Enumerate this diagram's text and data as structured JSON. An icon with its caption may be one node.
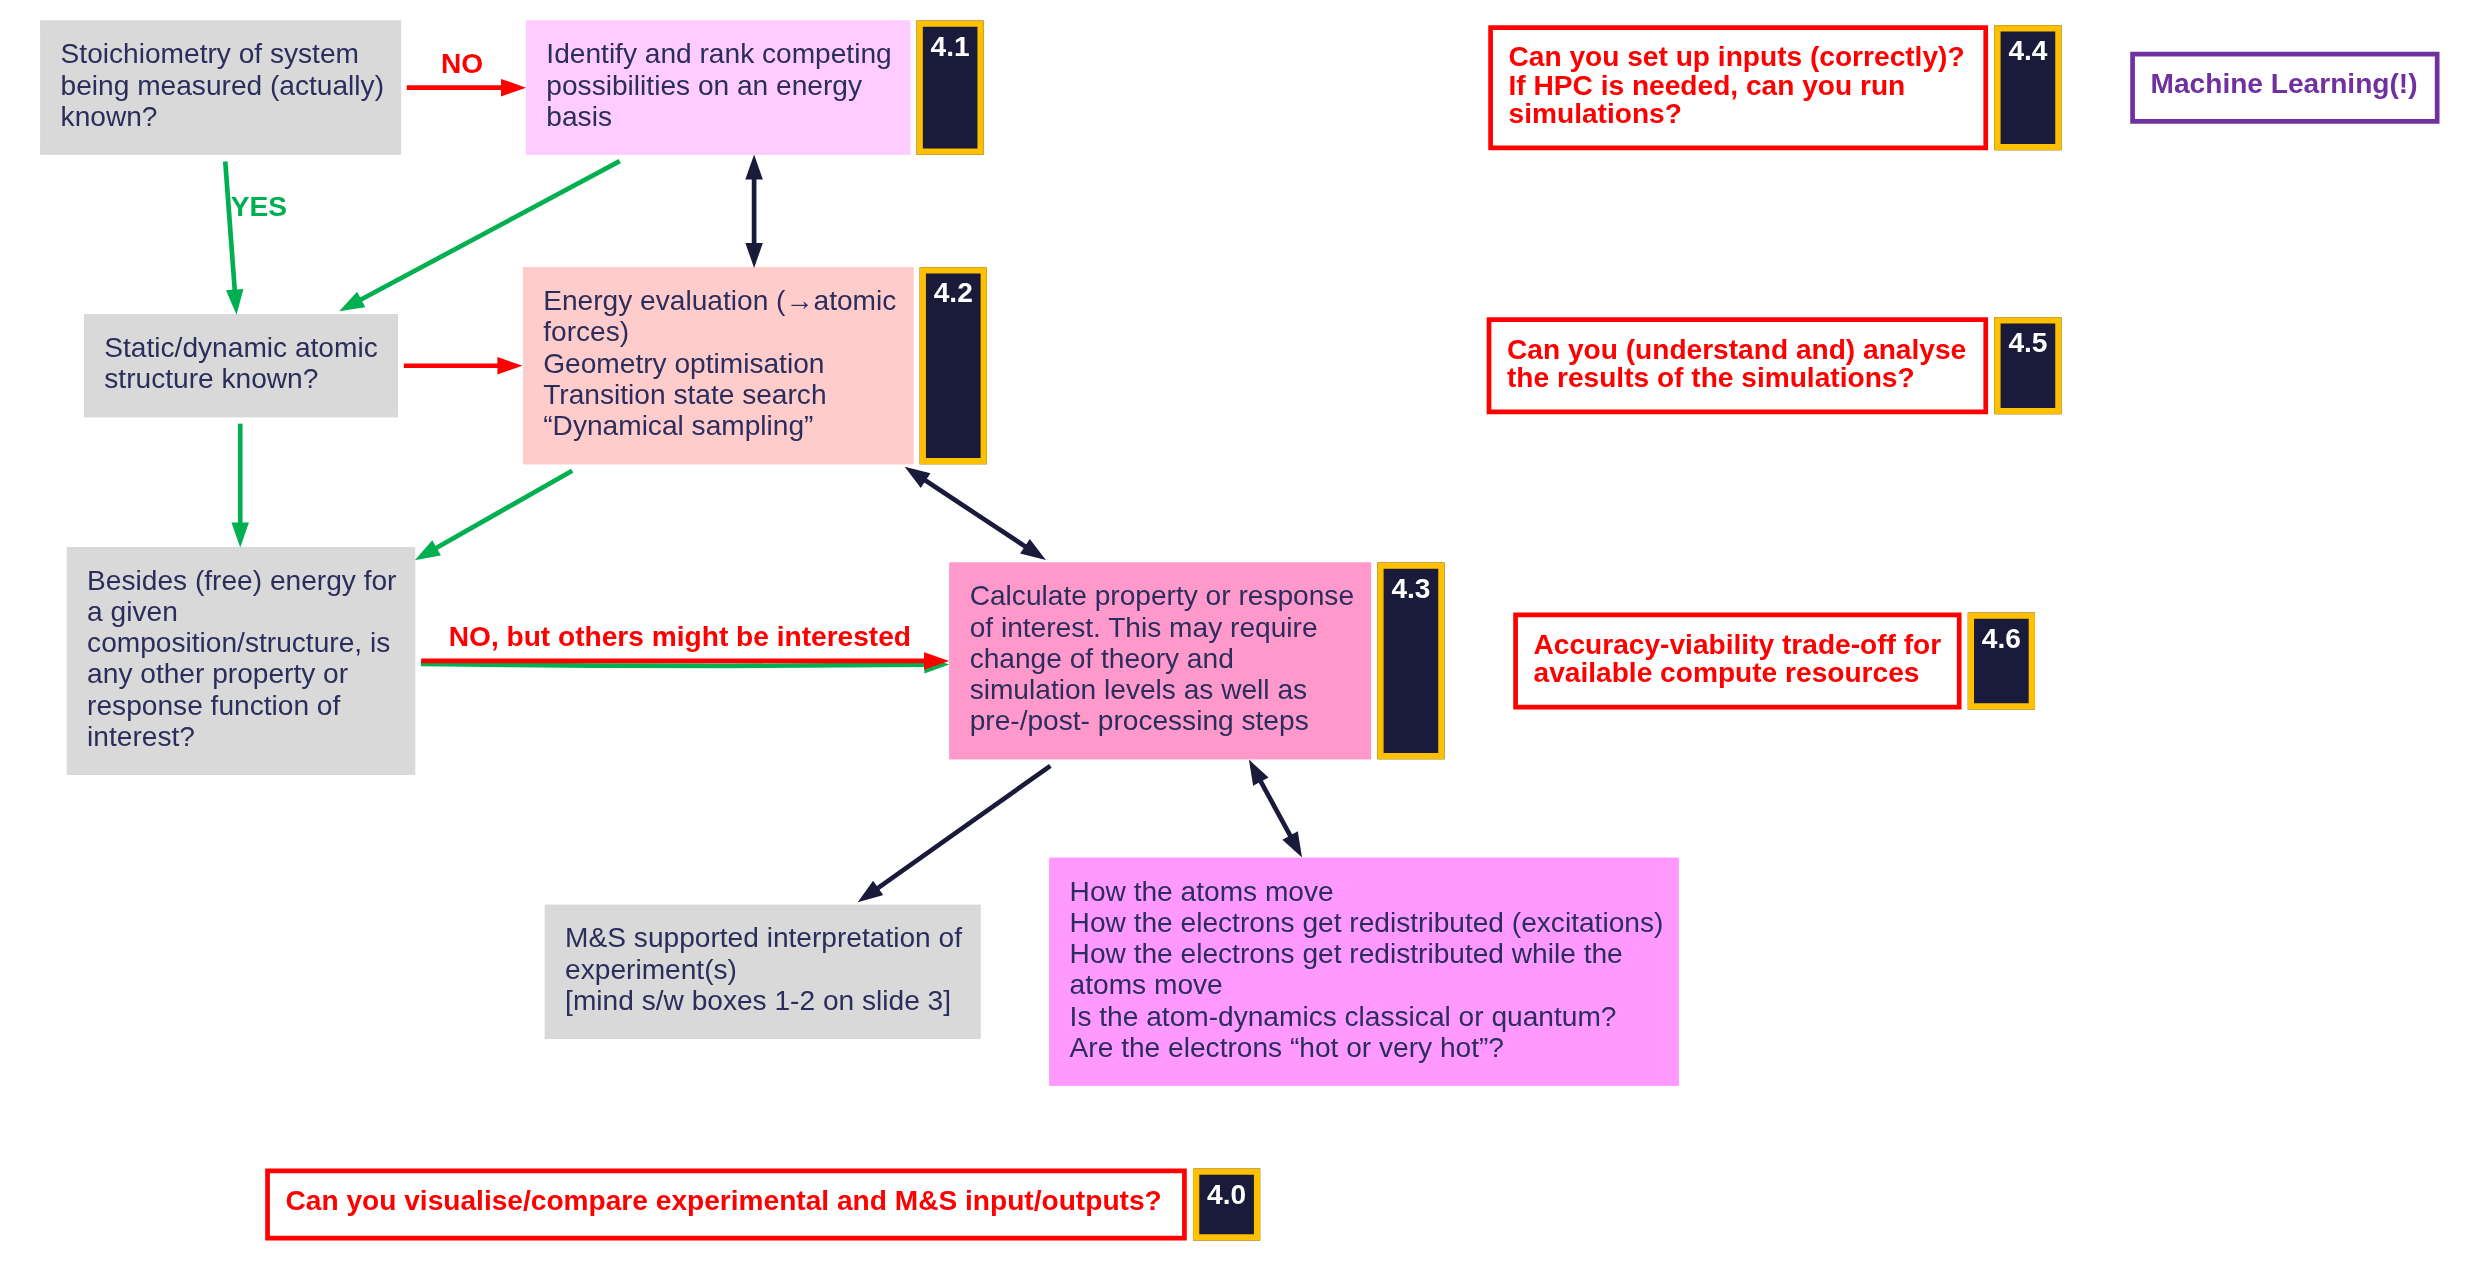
{
  "diagram": {
    "nodes": [
      {
        "text": [
          "Stoichiometry of system being measured (actually) known?"
        ]
      },
      {
        "text": [
          "Identify and rank competing possibilities on an energy basis"
        ],
        "beside": [
          "4.1"
        ]
      },
      {
        "text": [
          "Static/dynamic atomic structure known?"
        ]
      },
      {
        "text": [
          "Energy evaluation (→atomic forces)",
          "Geometry optimisation",
          "Transition state search",
          "“Dynamical sampling”"
        ],
        "beside": [
          "4.2"
        ]
      },
      {
        "text": [
          "Besides (free) energy for a given composition/structure, is any other property or response function of interest?"
        ]
      },
      {
        "text": [
          "Calculate property or response of interest. This may require change of theory and simulation levels as well as pre-/post- processing steps"
        ],
        "beside": [
          "4.3"
        ]
      },
      {
        "text": [
          "M&S supported interpretation of experiment(s)",
          "[mind s/w boxes 1-2 on slide 3]"
        ]
      },
      {
        "text": [
          "How the atoms move",
          "How the electrons get redistributed (excitations)",
          "How the electrons get redistributed while the atoms move",
          "Is the atom-dynamics classical or quantum?",
          "Are the electrons “hot or very hot”?"
        ]
      },
      {
        "text": [
          "Can you set up inputs (correctly)? If HPC is needed, can you run simulations?"
        ],
        "beside": [
          "4.4"
        ]
      },
      {
        "text": [
          "Can you (understand and) analyse the results of the simulations?"
        ],
        "beside": [
          "4.5"
        ]
      },
      {
        "text": [
          "Accuracy-viability trade-off for available compute resources"
        ],
        "beside": [
          "4.6"
        ]
      },
      {
        "text": [
          "Machine Learning(!)"
        ]
      },
      {
        "text": [
          "Can you visualise/compare experimental and M&S input/outputs?"
        ],
        "beside": [
          "4.0"
        ]
      }
    ],
    "edges": [
      {
        "from": 0,
        "to": 1,
        "arrow": "to",
        "label": "NO",
        "color": "#ff0000"
      },
      {
        "from": 0,
        "to": 2,
        "arrow": "to",
        "label": "YES"
      },
      {
        "from": 1,
        "to": 2,
        "arrow": "to"
      },
      {
        "from": 2,
        "to": 3,
        "arrow": "to",
        "color": "#ff0000"
      },
      {
        "from": 2,
        "to": 4,
        "arrow": "to"
      },
      {
        "from": 3,
        "to": 4,
        "arrow": "to"
      },
      {
        "from": 4,
        "to": 5,
        "arrow": "to"
      },
      {
        "from": 4,
        "to": 5,
        "arrow": "to",
        "label": "NO, but others might be interested",
        "color": "#ff0000"
      },
      {
        "from": 1,
        "to": 3,
        "arrow": "both",
        "color": "#1a1a3a"
      },
      {
        "from": 3,
        "to": 5,
        "arrow": "both",
        "color": "#1a1a3a"
      },
      {
        "from": 5,
        "to": 6,
        "arrow": "to",
        "color": "#1a1a3a"
      },
      {
        "from": 5,
        "to": 7,
        "arrow": "both",
        "color": "#1a1a3a"
      }
    ]
  }
}
